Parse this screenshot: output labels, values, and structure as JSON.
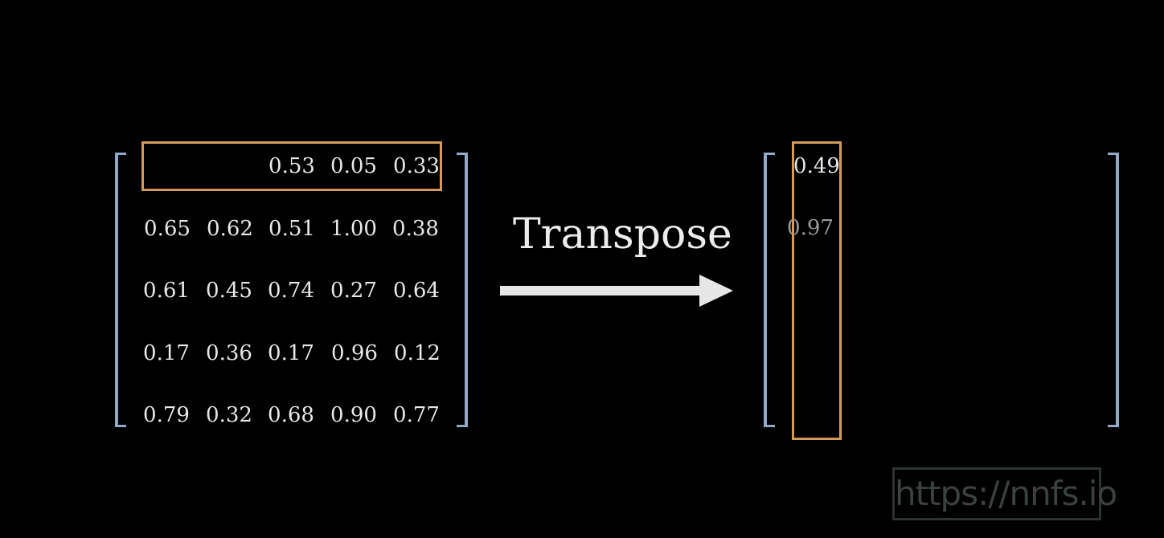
{
  "colors": {
    "background": "#000000",
    "bracket": "#8fa9c8",
    "highlight": "#d39a59",
    "text": "#e8e8e8",
    "watermark": "#39423d"
  },
  "source_matrix": {
    "rows": [
      [
        "",
        "",
        "0.53",
        "0.05",
        "0.33"
      ],
      [
        "0.65",
        "0.62",
        "0.51",
        "1.00",
        "0.38"
      ],
      [
        "0.61",
        "0.45",
        "0.74",
        "0.27",
        "0.64"
      ],
      [
        "0.17",
        "0.36",
        "0.17",
        "0.96",
        "0.12"
      ],
      [
        "0.79",
        "0.32",
        "0.68",
        "0.90",
        "0.77"
      ]
    ],
    "highlighted_row": 0
  },
  "operation_label": "Transpose",
  "target_matrix": {
    "first_column": [
      "0.49",
      "0.97"
    ],
    "highlighted_column": 0
  },
  "watermark_text": "https://nnfs.io"
}
